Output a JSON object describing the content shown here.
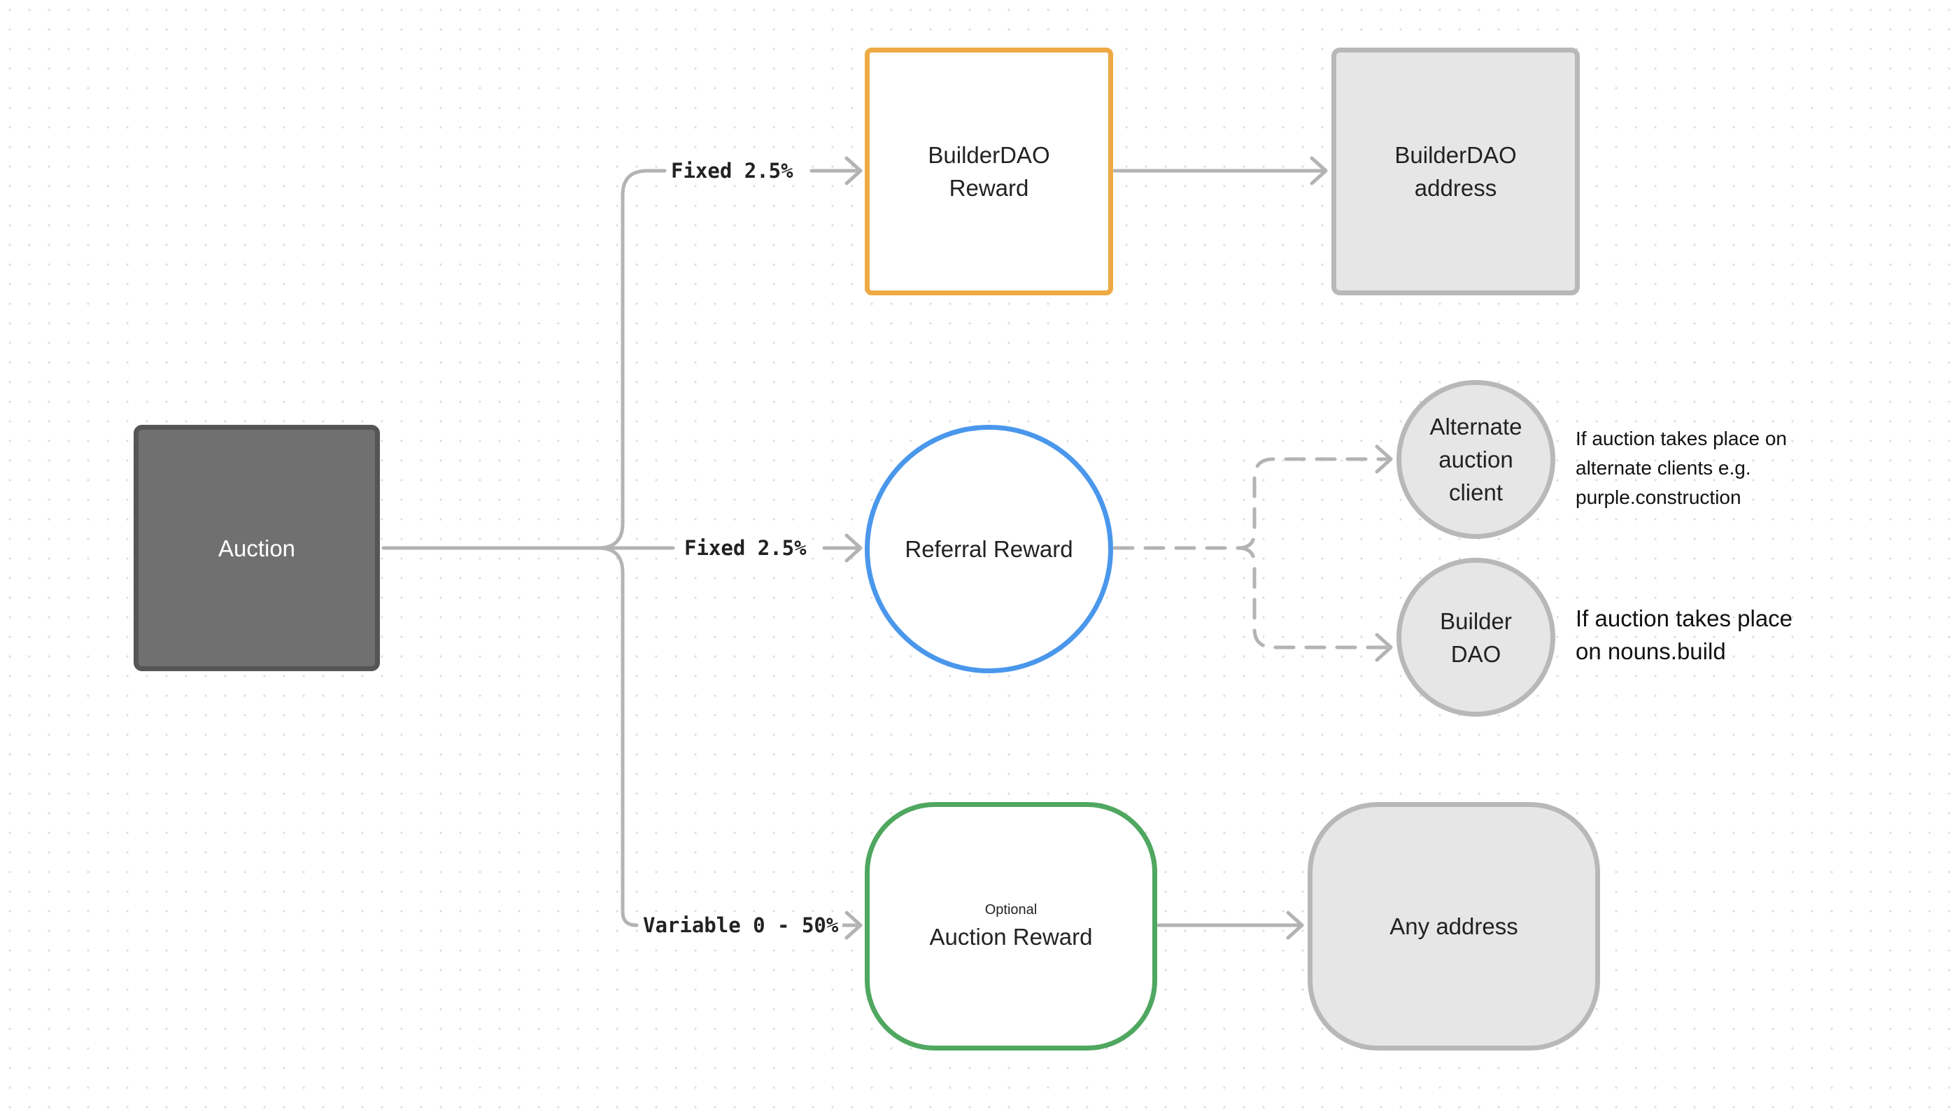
{
  "nodes": {
    "auction": "Auction",
    "builderdao_reward": [
      "BuilderDAO",
      "Reward"
    ],
    "builderdao_address": [
      "BuilderDAO",
      "address"
    ],
    "referral_reward": "Referral Reward",
    "alternate_client": [
      "Alternate",
      "auction",
      "client"
    ],
    "builder_dao": [
      "Builder",
      "DAO"
    ],
    "auction_reward": {
      "tag": "Optional",
      "label": "Auction Reward"
    },
    "any_address": "Any address"
  },
  "edge_labels": {
    "builderdao": "Fixed 2.5%",
    "referral": "Fixed 2.5%",
    "auction_reward": "Variable 0 - 50%"
  },
  "notes": {
    "alternate_client": [
      "If auction takes place on",
      "alternate clients e.g.",
      "purple.construction"
    ],
    "builder_dao": [
      "If auction takes place",
      "on nouns.build"
    ]
  },
  "colors": {
    "connector": "#b3b3b3",
    "builderdao_reward_border": "#eeaa44",
    "referral_border": "#4a97ec",
    "auction_reward_border": "#4fa760",
    "auction_fill": "#707070",
    "grey_fill": "#e6e6e6"
  }
}
